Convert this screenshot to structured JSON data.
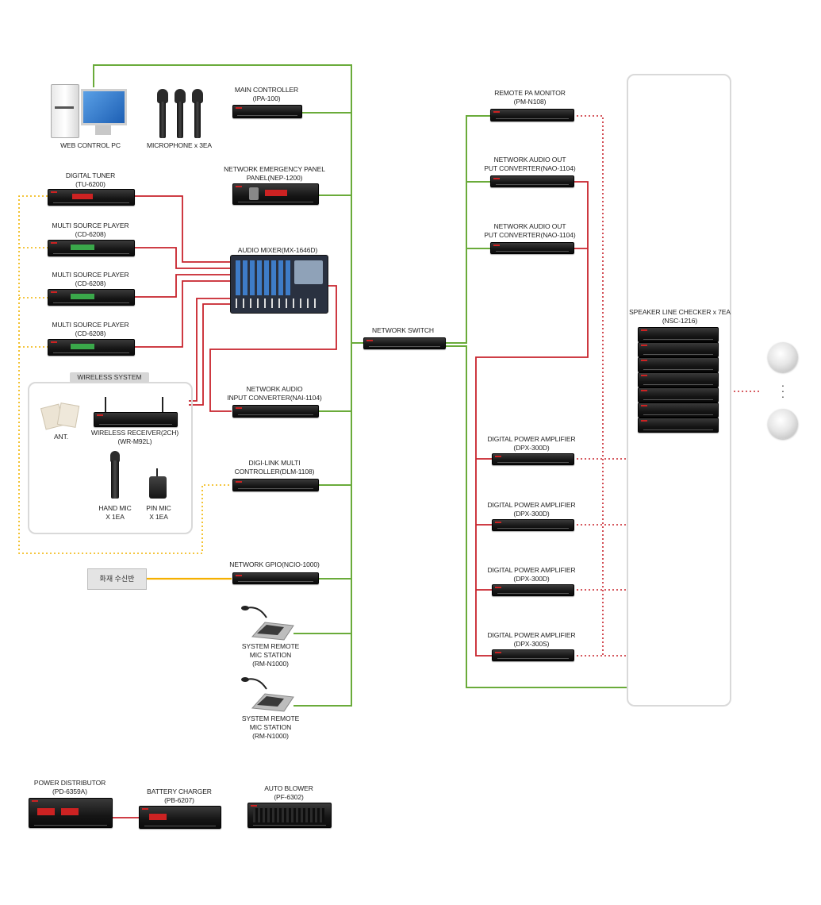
{
  "labels": {
    "web_pc": "WEB CONTROL PC",
    "microphones": "MICROPHONE x 3EA",
    "main_controller": "MAIN CONTROLLER\n(IPA-100)",
    "emergency_panel": "NETWORK EMERGENCY PANEL\nPANEL(NEP-1200)",
    "digital_tuner": "DIGITAL TUNER\n(TU-6200)",
    "cd_player_1": "MULTI SOURCE PLAYER\n(CD-6208)",
    "cd_player_2": "MULTI SOURCE PLAYER\n(CD-6208)",
    "cd_player_3": "MULTI SOURCE PLAYER\n(CD-6208)",
    "audio_mixer": "AUDIO MIXER(MX-1646D)",
    "wireless_system": "WIRELESS SYSTEM",
    "antenna": "ANT.",
    "wireless_receiver": "WIRELESS RECEIVER(2CH)\n(WR-M92L)",
    "hand_mic": "HAND MIC\nX 1EA",
    "pin_mic": "PIN MIC\nX 1EA",
    "nai": "NETWORK AUDIO\nINPUT CONVERTER(NAI-1104)",
    "dlm": "DIGI-LINK MULTI\nCONTROLLER(DLM-1108)",
    "fire_panel": "화재 수신반",
    "ncio": "NETWORK GPIO(NCIO-1000)",
    "remote_mic_1": "SYSTEM REMOTE\nMIC STATION\n(RM-N1000)",
    "remote_mic_2": "SYSTEM REMOTE\nMIC STATION\n(RM-N1000)",
    "network_switch": "NETWORK SWITCH",
    "pa_monitor": "REMOTE PA MONITOR\n(PM-N108)",
    "nao_1": "NETWORK AUDIO OUT\nPUT CONVERTER(NAO-1104)",
    "nao_2": "NETWORK AUDIO OUT\nPUT CONVERTER(NAO-1104)",
    "amp_1": "DIGITAL POWER AMPLIFIER\n(DPX-300D)",
    "amp_2": "DIGITAL POWER AMPLIFIER\n(DPX-300D)",
    "amp_3": "DIGITAL POWER AMPLIFIER\n(DPX-300D)",
    "amp_4": "DIGITAL POWER AMPLIFIER\n(DPX-300S)",
    "speaker_checker": "SPEAKER LINE CHECKER x 7EA\n(NSC-1216)",
    "power_distributor": "POWER DISTRIBUTOR\n(PD-6359A)",
    "battery_charger": "BATTERY CHARGER\n(PB-6207)",
    "auto_blower": "AUTO BLOWER\n(PF-6302)"
  },
  "colors": {
    "network": "#6aab3a",
    "audio": "#c8232c",
    "control_dotted": "#f0b400",
    "fire_signal": "#f5b000",
    "speaker_dotted": "#c8232c",
    "panel_border": "#d9d9d9"
  }
}
